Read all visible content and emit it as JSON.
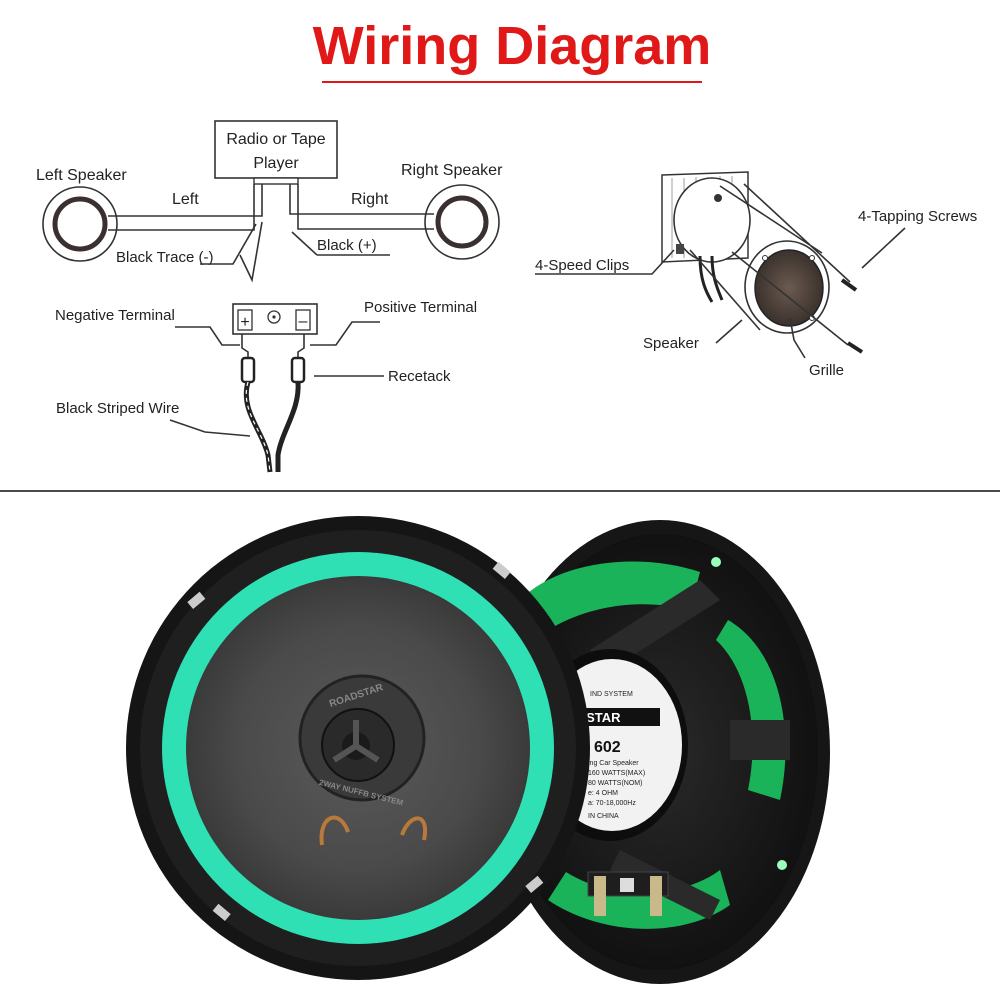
{
  "title": "Wiring Diagram",
  "wiring": {
    "radio_label_line1": "Radio or Tape",
    "radio_label_line2": "Player",
    "left_speaker": "Left Speaker",
    "right_speaker": "Right Speaker",
    "left": "Left",
    "right": "Right",
    "black_trace": "Black  Trace (-)",
    "black_plus": "Black  (+)",
    "negative_terminal": "Negative  Terminal",
    "positive_terminal": "Positive  Terminal",
    "recetack": "Recetack",
    "black_striped_wire": "Black  Striped  Wire",
    "plus_sign": "+",
    "minus_sign": "–"
  },
  "assembly": {
    "four_speed_clips": "4-Speed  Clips",
    "four_tapping_screws": "4-Tapping Screws",
    "speaker": "Speaker",
    "grille": "Grille"
  },
  "photo": {
    "front_brand": "ROADSTAR",
    "front_ring_text": "2WAY NUFFB SYSTEM",
    "back_label_line1": "IND SYSTEM",
    "back_label_brand": "OSTAR",
    "back_label_model": "602",
    "back_spec1": "ing Car Speaker",
    "back_spec2": "160 WATTS(MAX)",
    "back_spec3": "80 WATTS(NOM)",
    "back_spec4": "e: 4 OHM",
    "back_spec5": "a: 70-18,000Hz",
    "back_spec6": "IN CHINA",
    "cone_color": "#2ee0b4",
    "back_surround_color": "#1bb35a"
  }
}
